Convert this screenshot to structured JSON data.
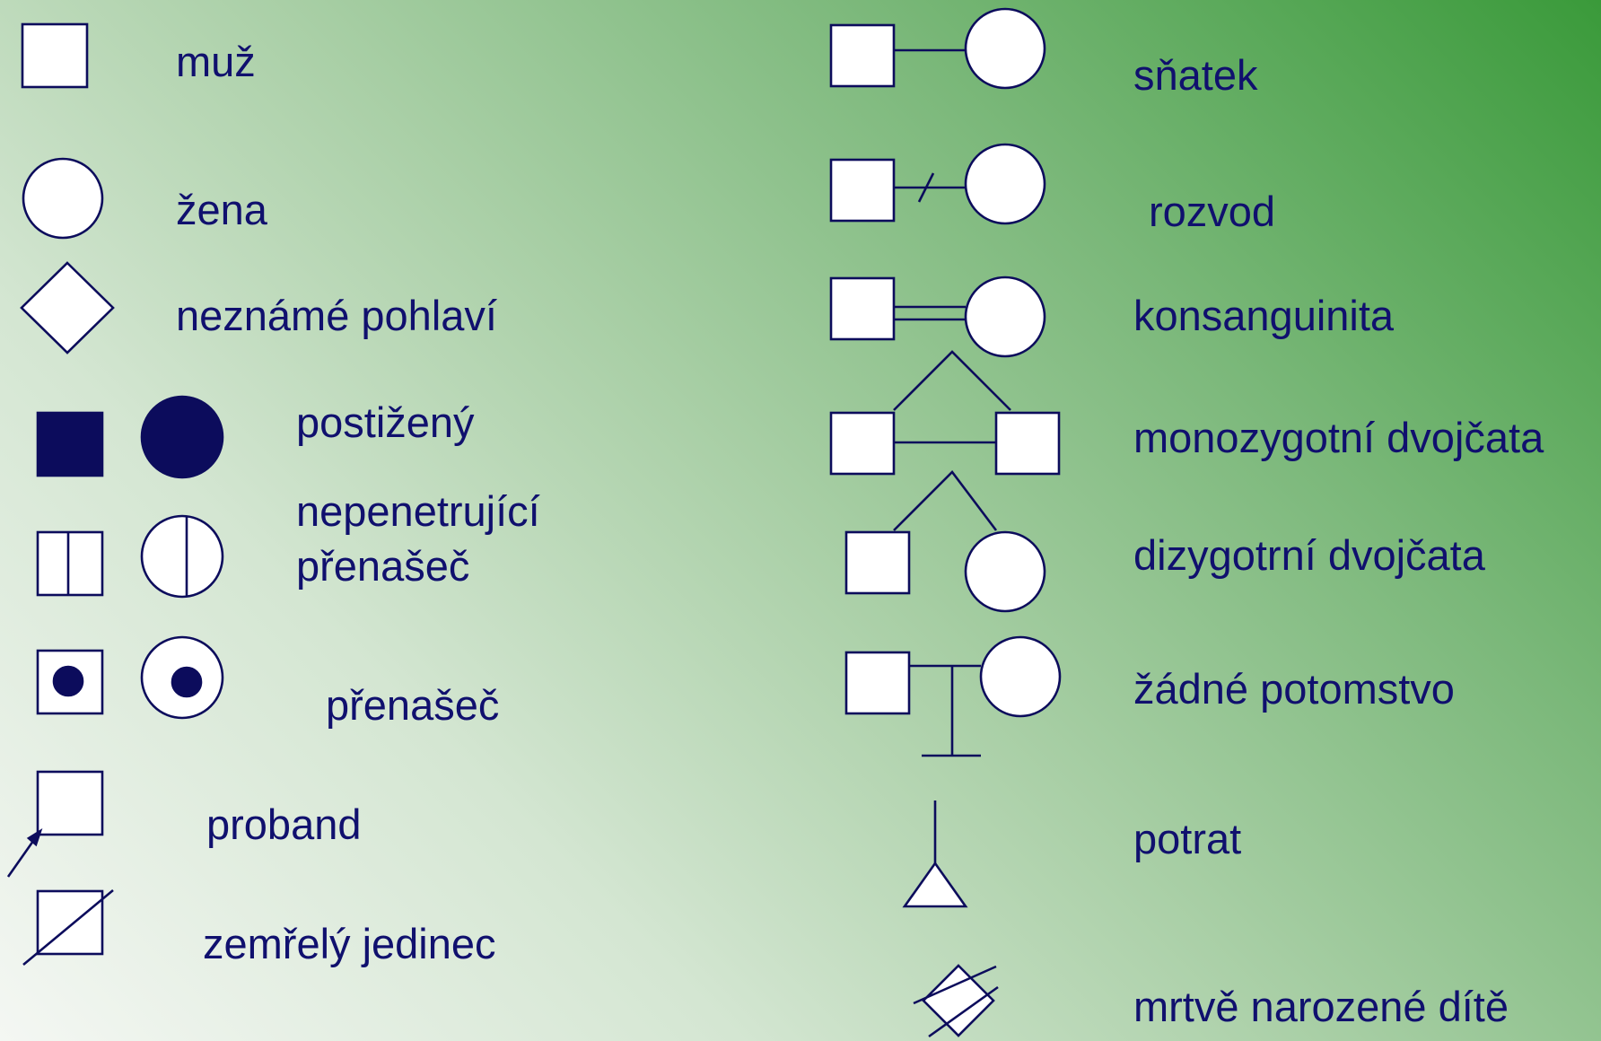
{
  "colors": {
    "ink": "#0c0c5c",
    "text": "#10106e",
    "fill": "#ffffff"
  },
  "legend_left": [
    {
      "key": "male",
      "label": "muž"
    },
    {
      "key": "female",
      "label": "žena"
    },
    {
      "key": "unknown_sex",
      "label": "neznámé pohlaví"
    },
    {
      "key": "affected",
      "label": "postižený"
    },
    {
      "key": "non_penetrant_carrier",
      "label_line1": "nepenetrující",
      "label_line2": "přenašeč"
    },
    {
      "key": "carrier",
      "label": "přenašeč"
    },
    {
      "key": "proband",
      "label": "proband"
    },
    {
      "key": "deceased",
      "label": "zemřelý jedinec"
    }
  ],
  "legend_right": [
    {
      "key": "marriage",
      "label": "sňatek"
    },
    {
      "key": "divorce",
      "label": "rozvod"
    },
    {
      "key": "consanguinity",
      "label": "konsanguinita"
    },
    {
      "key": "monozygotic_twins",
      "label": "monozygotní dvojčata"
    },
    {
      "key": "dizygotic_twins",
      "label": "dizygotrní dvojčata"
    },
    {
      "key": "no_offspring",
      "label": "žádné potomstvo"
    },
    {
      "key": "miscarriage",
      "label": "potrat"
    },
    {
      "key": "stillbirth",
      "label": "mrtvě narozené dítě"
    }
  ]
}
